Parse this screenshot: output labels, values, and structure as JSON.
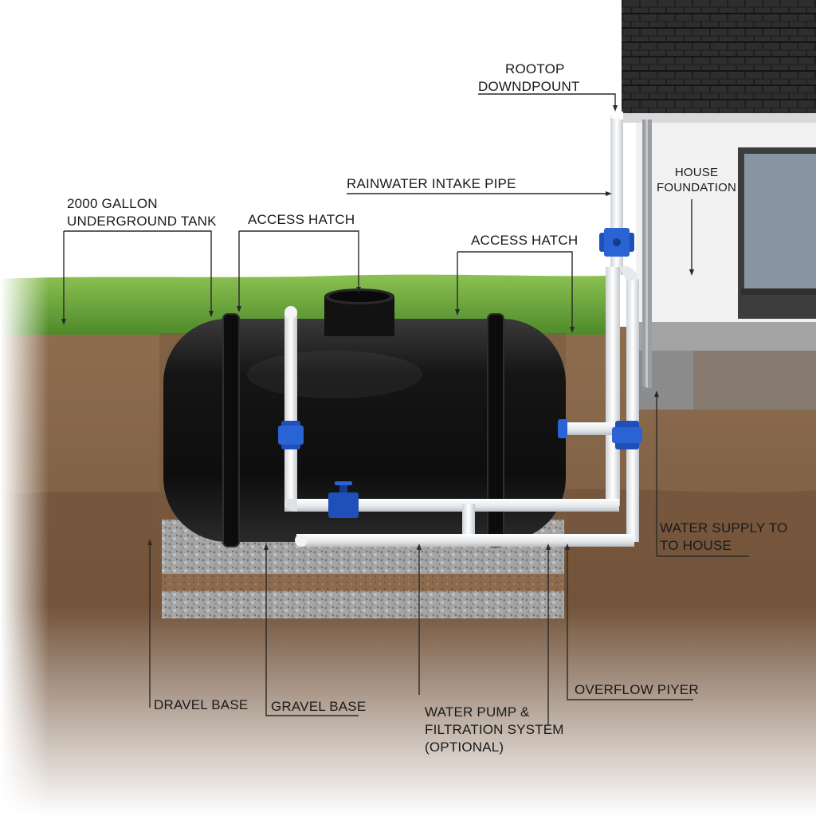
{
  "labels": {
    "tank": [
      "2000 GALLON",
      "UNDERGROUND TANK"
    ],
    "access_hatch_left": "ACCESS HATCH",
    "access_hatch_right": "ACCESS HATCH",
    "rooftop_downspout": [
      "ROOTOP",
      "DOWNDPOUNT"
    ],
    "rainwater_intake_pipe": "RAINWATER INTAKE PIPE",
    "house_foundation": [
      "HOUSE",
      "FOUNDATION"
    ],
    "water_supply": [
      "WATER SUPPLY TO",
      "TO HOUSE"
    ],
    "dravel_base": "DRAVEL BASE",
    "gravel_base": "GRAVEL BASE",
    "pump_filtration": [
      "WATER PUMP &",
      "FILTRATION SYSTEM",
      "(OPTIONAL)"
    ],
    "overflow_pipe": "OVERFLOW PIYER"
  },
  "colors": {
    "grass": "#6aa33a",
    "soil": "#8a6a4c",
    "tank": "#1b1b1b",
    "pipe": "#eef0f2",
    "valve": "#1f4fb8",
    "roof": "#2b2b2b",
    "wall": "#f2f2f2",
    "foundation": "#8d8d8d",
    "gravel": "#9c9c9c"
  }
}
